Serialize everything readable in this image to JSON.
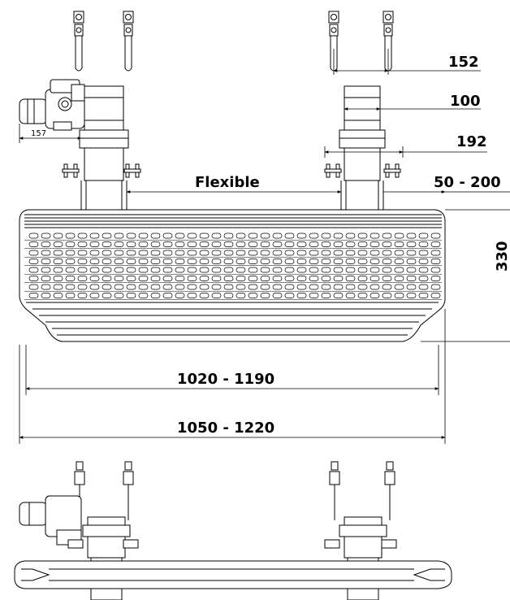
{
  "dimensions": {
    "bracket_spacing_top": "152",
    "bracket_width": "100",
    "bracket_outer": "192",
    "offset_range": "50 - 200",
    "flexible": "Flexible",
    "motor_offset": "157",
    "step_depth": "330",
    "inner_length": "1020 - 1190",
    "outer_length": "1050 - 1220"
  },
  "colors": {
    "line": "#000000",
    "background": "#ffffff"
  }
}
